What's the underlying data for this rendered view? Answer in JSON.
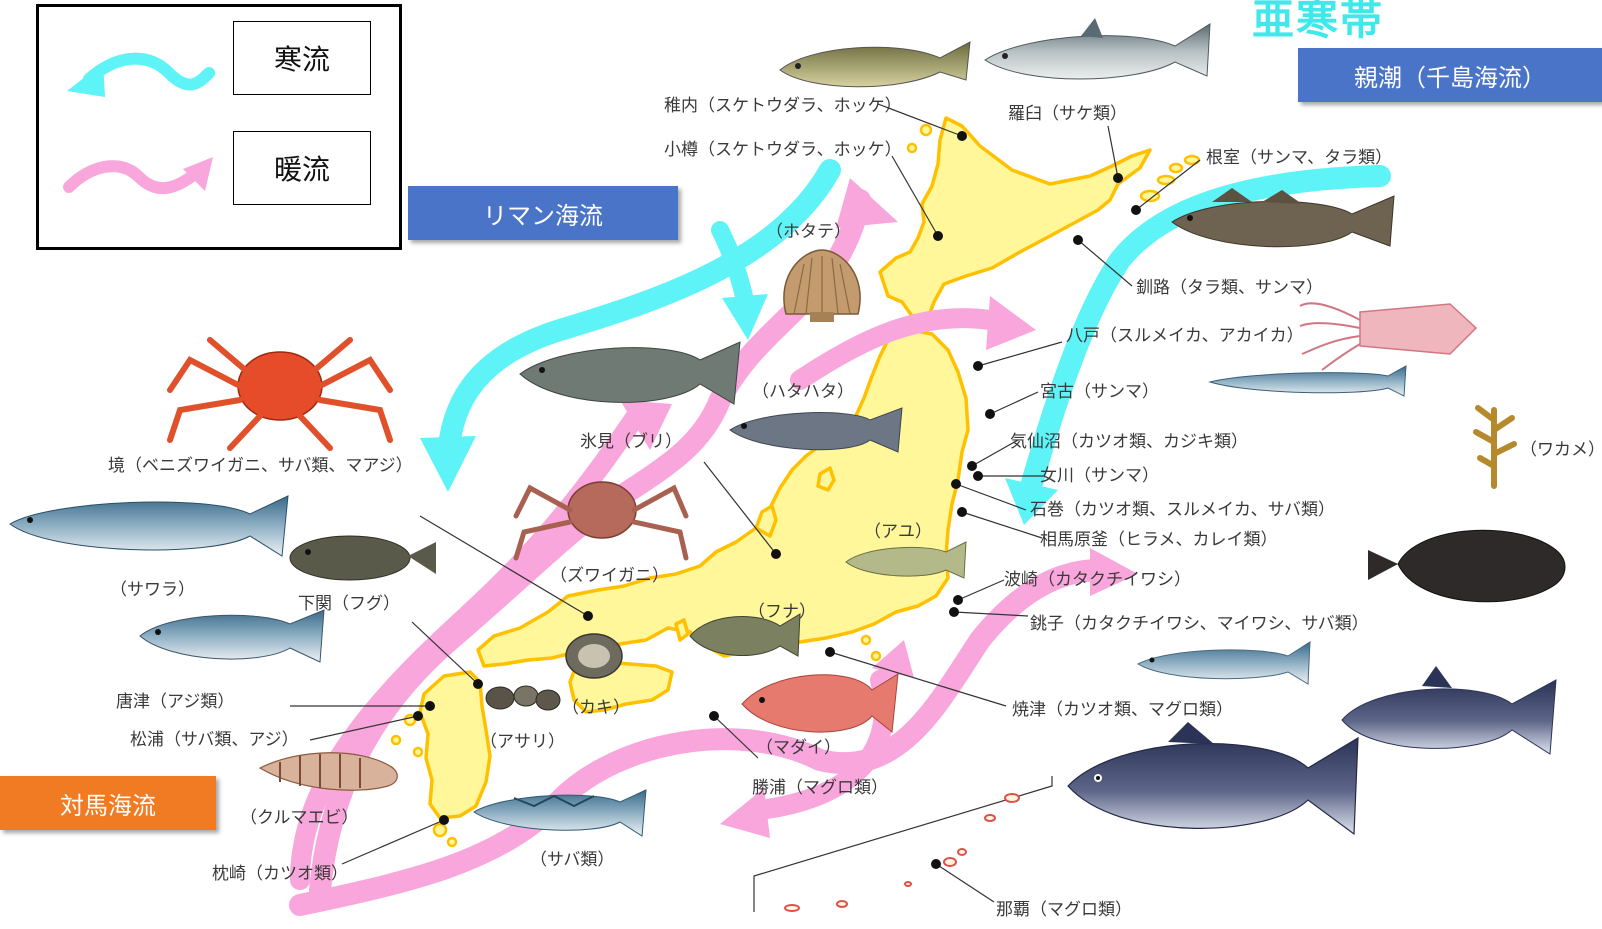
{
  "legend": {
    "cold_label": "寒流",
    "warm_label": "暖流"
  },
  "zone_title_partial": "亜寒帯",
  "currents": {
    "liman": "リマン海流",
    "oyashio": "親潮（千島海流）",
    "tsushima": "対馬海流"
  },
  "colors": {
    "cold_current": "#5ef3f6",
    "warm_current": "#f9a6dc",
    "land_fill": "#fff79a",
    "land_stroke": "#ffc000",
    "liman_label_bg": "#4a74c8",
    "oyashio_label_bg": "#4a74c8",
    "tsushima_label_bg": "#f07b22",
    "port_dot": "#111111"
  },
  "ports": [
    {
      "id": "wakkanai",
      "label": "稚内（スケトウダラ、ホッケ）"
    },
    {
      "id": "otaru",
      "label": "小樽（スケトウダラ、ホッケ）"
    },
    {
      "id": "rausu",
      "label": "羅臼（サケ類）"
    },
    {
      "id": "nemuro",
      "label": "根室（サンマ、タラ類）"
    },
    {
      "id": "kushiro",
      "label": "釧路（タラ類、サンマ）"
    },
    {
      "id": "hachinohe",
      "label": "八戸（スルメイカ、アカイカ）"
    },
    {
      "id": "miyako",
      "label": "宮古（サンマ）"
    },
    {
      "id": "kesennuma",
      "label": "気仙沼（カツオ類、カジキ類）"
    },
    {
      "id": "onagawa",
      "label": "女川（サンマ）"
    },
    {
      "id": "ishinomaki",
      "label": "石巻（カツオ類、スルメイカ、サバ類）"
    },
    {
      "id": "soma",
      "label": "相馬原釜（ヒラメ、カレイ類）"
    },
    {
      "id": "hasaki",
      "label": "波崎（カタクチイワシ）"
    },
    {
      "id": "choshi",
      "label": "銚子（カタクチイワシ、マイワシ、サバ類）"
    },
    {
      "id": "yaizu",
      "label": "焼津（カツオ類、マグロ類）"
    },
    {
      "id": "katsuura",
      "label": "勝浦（マグロ類）"
    },
    {
      "id": "naha",
      "label": "那覇（マグロ類）"
    },
    {
      "id": "makurazaki",
      "label": "枕崎（カツオ類）"
    },
    {
      "id": "matsuura",
      "label": "松浦（サバ類、アジ）"
    },
    {
      "id": "karatsu",
      "label": "唐津（アジ類）"
    },
    {
      "id": "shimonoseki",
      "label": "下関（フグ）"
    },
    {
      "id": "sakai",
      "label": "境（ベニズワイガニ、サバ類、マアジ）"
    },
    {
      "id": "himi",
      "label": "氷見（ブリ）"
    }
  ],
  "species": {
    "hotate": "（ホタテ）",
    "hatahata": "（ハタハタ）",
    "ayu": "（アユ）",
    "zuwaigani": "（ズワイガニ）",
    "funa": "（フナ）",
    "kaki": "（カキ）",
    "asari": "（アサリ）",
    "madai": "（マダイ）",
    "saba": "（サバ類）",
    "kurumaebi": "（クルマエビ）",
    "sawara": "（サワラ）",
    "wakame": "（ワカメ）"
  }
}
